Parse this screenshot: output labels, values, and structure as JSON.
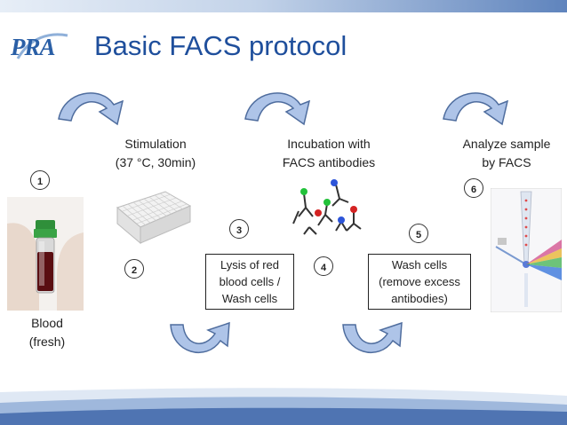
{
  "slide": {
    "title": "Basic FACS protocol",
    "logo_text": "PRA"
  },
  "steps": [
    {
      "number": "1",
      "label_line1": "Blood",
      "label_line2": "(fresh)"
    },
    {
      "number": "2",
      "label_line1": "Stimulation",
      "label_line2": "(37 °C, 30min)"
    },
    {
      "number": "3",
      "box_line1": "Lysis of red",
      "box_line2": "blood cells /",
      "box_line3": "Wash cells"
    },
    {
      "number": "4",
      "label_line1": "Incubation with",
      "label_line2": "FACS antibodies"
    },
    {
      "number": "5",
      "box_line1": "Wash cells",
      "box_line2": "(remove excess",
      "box_line3": "antibodies)"
    },
    {
      "number": "6",
      "label_line1": "Analyze sample",
      "label_line2": "by FACS"
    }
  ],
  "colors": {
    "title": "#1f4f9c",
    "arrow_fill": "#aec4e8",
    "arrow_stroke": "#4f6d9e",
    "band": "#5f84bd"
  },
  "icons": [
    "blood-tube-icon",
    "well-plate-icon",
    "antibodies-icon",
    "flow-cytometer-icon",
    "curved-arrow-icon"
  ]
}
